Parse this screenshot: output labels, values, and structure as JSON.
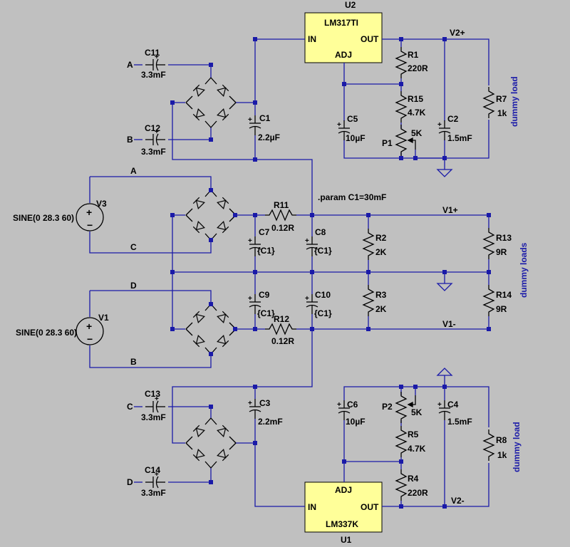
{
  "ics": {
    "u2": {
      "ref": "U2",
      "part": "LM317TI",
      "in": "IN",
      "out": "OUT",
      "adj": "ADJ"
    },
    "u1": {
      "ref": "U1",
      "part": "LM337K",
      "in": "IN",
      "out": "OUT",
      "adj": "ADJ"
    }
  },
  "sources": {
    "v3": {
      "ref": "V3",
      "value": "SINE(0 28.3 60)"
    },
    "v1": {
      "ref": "V1",
      "value": "SINE(0 28.3 60)"
    }
  },
  "caps": {
    "c11": {
      "ref": "C11",
      "value": "3.3mF"
    },
    "c12": {
      "ref": "C12",
      "value": "3.3mF"
    },
    "c13": {
      "ref": "C13",
      "value": "3.3mF"
    },
    "c14": {
      "ref": "C14",
      "value": "3.3mF"
    },
    "c1": {
      "ref": "C1",
      "value": "2.2µF"
    },
    "c3": {
      "ref": "C3",
      "value": "2.2mF"
    },
    "c5": {
      "ref": "C5",
      "value": "10µF"
    },
    "c6": {
      "ref": "C6",
      "value": "10µF"
    },
    "c2": {
      "ref": "C2",
      "value": "1.5mF"
    },
    "c4": {
      "ref": "C4",
      "value": "1.5mF"
    },
    "c7": {
      "ref": "C7",
      "value": "{C1}"
    },
    "c8": {
      "ref": "C8",
      "value": "{C1}"
    },
    "c9": {
      "ref": "C9",
      "value": "{C1}"
    },
    "c10": {
      "ref": "C10",
      "value": "{C1}"
    }
  },
  "resistors": {
    "r1": {
      "ref": "R1",
      "value": "220R"
    },
    "r15": {
      "ref": "R15",
      "value": "4.7K"
    },
    "r7": {
      "ref": "R7",
      "value": "1k"
    },
    "r11": {
      "ref": "R11",
      "value": "0.12R"
    },
    "r12": {
      "ref": "R12",
      "value": "0.12R"
    },
    "r2": {
      "ref": "R2",
      "value": "2K"
    },
    "r3": {
      "ref": "R3",
      "value": "2K"
    },
    "r13": {
      "ref": "R13",
      "value": "9R"
    },
    "r14": {
      "ref": "R14",
      "value": "9R"
    },
    "r5": {
      "ref": "R5",
      "value": "4.7K"
    },
    "r4": {
      "ref": "R4",
      "value": "220R"
    },
    "r8": {
      "ref": "R8",
      "value": "1k"
    }
  },
  "pots": {
    "p1": {
      "ref": "P1",
      "value": "5K"
    },
    "p2": {
      "ref": "P2",
      "value": "5K"
    }
  },
  "nets": {
    "a_top": "A",
    "b_top": "B",
    "a_mid": "A",
    "c_mid": "C",
    "d_mid": "D",
    "b_mid": "B",
    "c_bot": "C",
    "d_bot": "D",
    "v2p": "V2+",
    "v1p": "V1+",
    "v1m": "V1-",
    "v2m": "V2-"
  },
  "notes": {
    "param": ".param C1=30mF",
    "dummy_load_top": "dummy load",
    "dummy_loads": "dummy loads",
    "dummy_load_bot": "dummy load"
  }
}
